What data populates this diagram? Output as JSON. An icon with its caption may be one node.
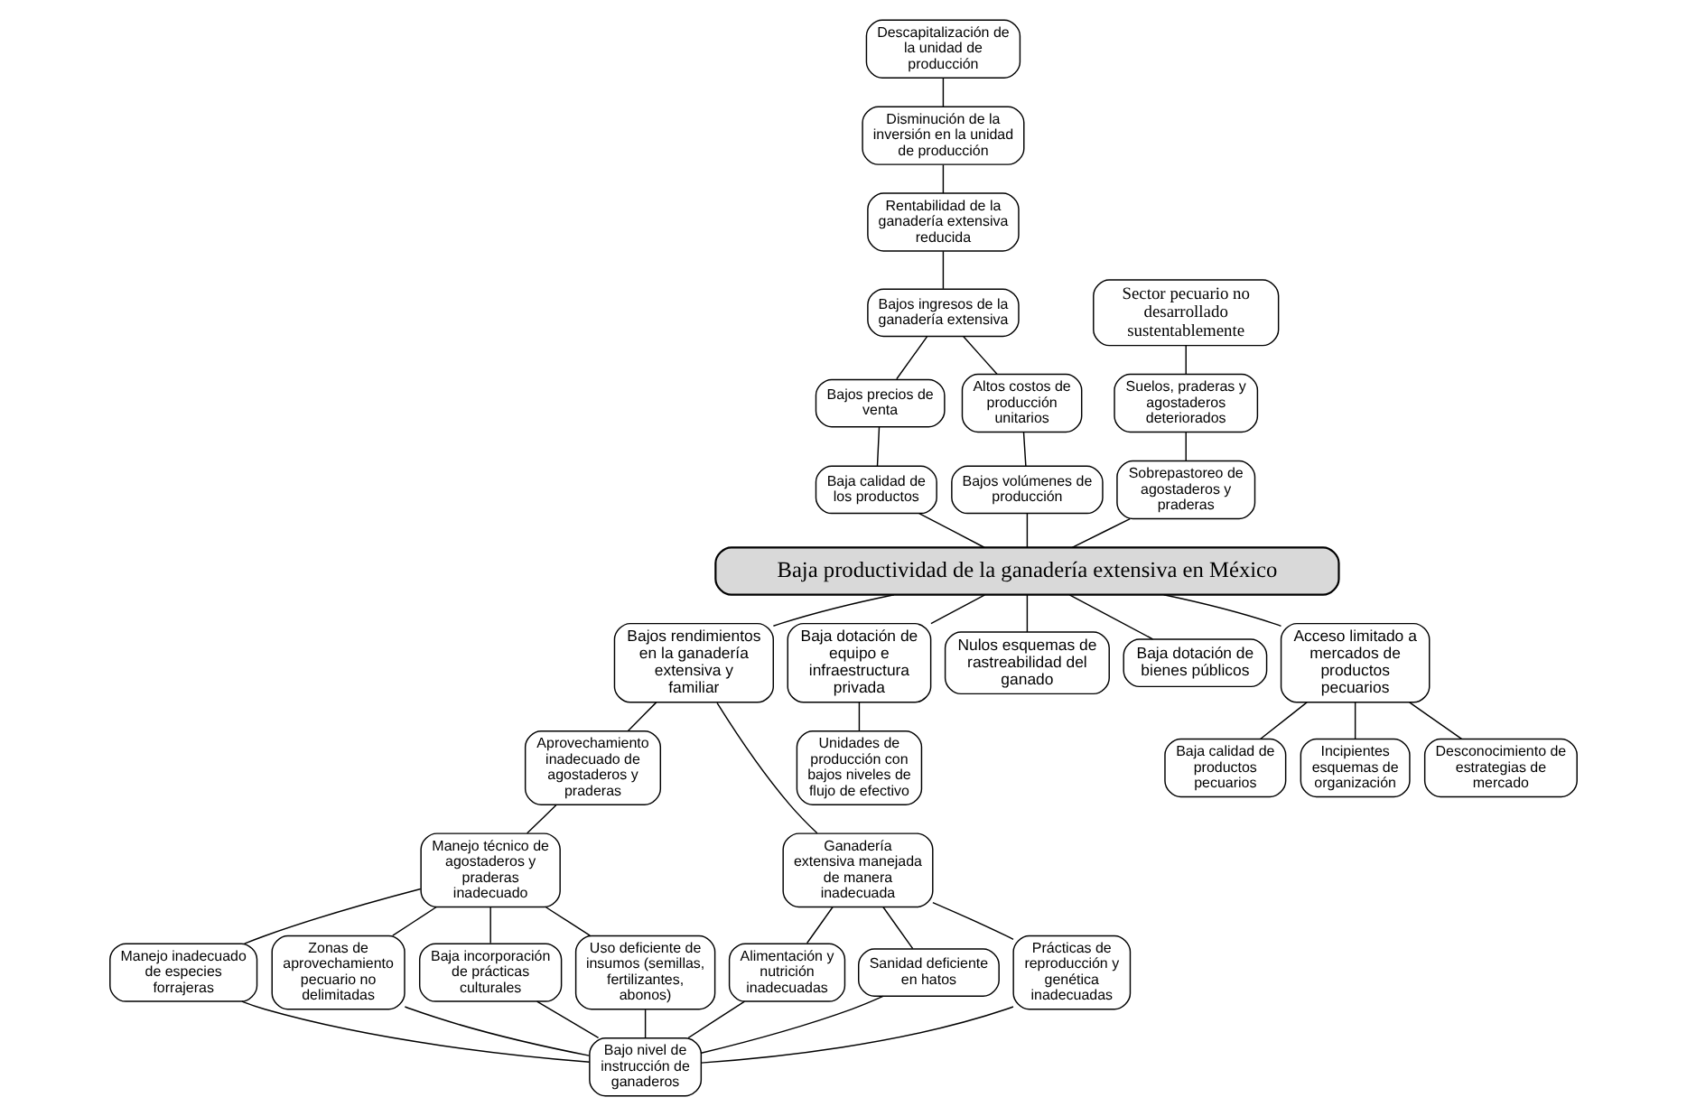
{
  "diagram": {
    "nodes": [
      {
        "text": [
          "Descapitalización de la unidad de producción"
        ]
      },
      {
        "text": [
          "Disminución de la inversión en la unidad de producción"
        ]
      },
      {
        "text": [
          "Rentabilidad de la ganadería extensiva reducida"
        ]
      },
      {
        "text": [
          "Bajos ingresos de la ganadería extensiva"
        ]
      },
      {
        "text": [
          "Sector pecuario no desarrollado sustentablemente"
        ]
      },
      {
        "text": [
          "Suelos, praderas y agostaderos deteriorados"
        ]
      },
      {
        "text": [
          "Bajos precios de venta"
        ]
      },
      {
        "text": [
          "Altos costos de producción unitarios"
        ]
      },
      {
        "text": [
          "Sobrepastoreo de agostaderos y praderas"
        ]
      },
      {
        "text": [
          "Baja calidad de los productos"
        ]
      },
      {
        "text": [
          "Bajos volúmenes de producción"
        ]
      },
      {
        "text": [
          "Baja productividad de la ganadería extensiva en México"
        ]
      },
      {
        "text": [
          "Bajos rendimientos en la ganadería extensiva y familiar"
        ]
      },
      {
        "text": [
          "Baja dotación de equipo e infraestructura privada"
        ]
      },
      {
        "text": [
          "Nulos esquemas de rastreabilidad del ganado"
        ]
      },
      {
        "text": [
          "Baja dotación de bienes públicos"
        ]
      },
      {
        "text": [
          "Acceso limitado a mercados de productos pecuarios"
        ]
      },
      {
        "text": [
          "Aprovechamiento inadecuado de agostaderos y praderas"
        ]
      },
      {
        "text": [
          "Ganadería extensiva manejada de manera inadecuada"
        ]
      },
      {
        "text": [
          "Unidades de producción con bajos niveles de flujo de efectivo"
        ]
      },
      {
        "text": [
          "Manejo técnico de agostaderos y praderas inadecuado"
        ]
      },
      {
        "text": [
          "Alimentación y nutrición inadecuadas"
        ]
      },
      {
        "text": [
          "Sanidad deficiente en hatos"
        ]
      },
      {
        "text": [
          "Prácticas de reproducción y genética inadecuadas"
        ]
      },
      {
        "text": [
          "Baja calidad de productos pecuarios"
        ]
      },
      {
        "text": [
          "Incipientes esquemas de organización"
        ]
      },
      {
        "text": [
          "Desconocimiento de estrategias de mercado"
        ]
      },
      {
        "text": [
          "Manejo inadecuado de especies forrajeras"
        ]
      },
      {
        "text": [
          "Zonas de aprovechamiento pecuario no delimitadas"
        ]
      },
      {
        "text": [
          "Baja incorporación de prácticas culturales"
        ]
      },
      {
        "text": [
          "Uso deficiente de insumos (semillas, fertilizantes, abonos)"
        ]
      },
      {
        "text": [
          "Bajo nivel de instrucción de ganaderos"
        ]
      }
    ],
    "edges": [
      {
        "from": 0,
        "to": 1,
        "arrow": "none"
      },
      {
        "from": 1,
        "to": 2,
        "arrow": "none"
      },
      {
        "from": 2,
        "to": 3,
        "arrow": "none"
      },
      {
        "from": 3,
        "to": 6,
        "arrow": "none"
      },
      {
        "from": 3,
        "to": 7,
        "arrow": "none"
      },
      {
        "from": 6,
        "to": 9,
        "arrow": "none"
      },
      {
        "from": 7,
        "to": 10,
        "arrow": "none"
      },
      {
        "from": 9,
        "to": 11,
        "arrow": "none"
      },
      {
        "from": 10,
        "to": 11,
        "arrow": "none"
      },
      {
        "from": 4,
        "to": 5,
        "arrow": "none"
      },
      {
        "from": 5,
        "to": 8,
        "arrow": "none"
      },
      {
        "from": 8,
        "to": 11,
        "arrow": "none"
      },
      {
        "from": 11,
        "to": 12,
        "arrow": "none"
      },
      {
        "from": 11,
        "to": 13,
        "arrow": "none"
      },
      {
        "from": 11,
        "to": 14,
        "arrow": "none"
      },
      {
        "from": 11,
        "to": 15,
        "arrow": "none"
      },
      {
        "from": 11,
        "to": 16,
        "arrow": "none"
      },
      {
        "from": 12,
        "to": 17,
        "arrow": "none"
      },
      {
        "from": 12,
        "to": 18,
        "arrow": "none"
      },
      {
        "from": 13,
        "to": 19,
        "arrow": "none"
      },
      {
        "from": 17,
        "to": 20,
        "arrow": "none"
      },
      {
        "from": 18,
        "to": 21,
        "arrow": "none"
      },
      {
        "from": 18,
        "to": 22,
        "arrow": "none"
      },
      {
        "from": 18,
        "to": 23,
        "arrow": "none"
      },
      {
        "from": 16,
        "to": 24,
        "arrow": "none"
      },
      {
        "from": 16,
        "to": 25,
        "arrow": "none"
      },
      {
        "from": 16,
        "to": 26,
        "arrow": "none"
      },
      {
        "from": 20,
        "to": 27,
        "arrow": "none"
      },
      {
        "from": 20,
        "to": 28,
        "arrow": "none"
      },
      {
        "from": 20,
        "to": 29,
        "arrow": "none"
      },
      {
        "from": 20,
        "to": 30,
        "arrow": "none"
      },
      {
        "from": 27,
        "to": 31,
        "arrow": "none"
      },
      {
        "from": 28,
        "to": 31,
        "arrow": "none"
      },
      {
        "from": 29,
        "to": 31,
        "arrow": "none"
      },
      {
        "from": 30,
        "to": 31,
        "arrow": "none"
      },
      {
        "from": 21,
        "to": 31,
        "arrow": "none"
      },
      {
        "from": 22,
        "to": 31,
        "arrow": "none"
      },
      {
        "from": 23,
        "to": 31,
        "arrow": "none"
      }
    ]
  }
}
